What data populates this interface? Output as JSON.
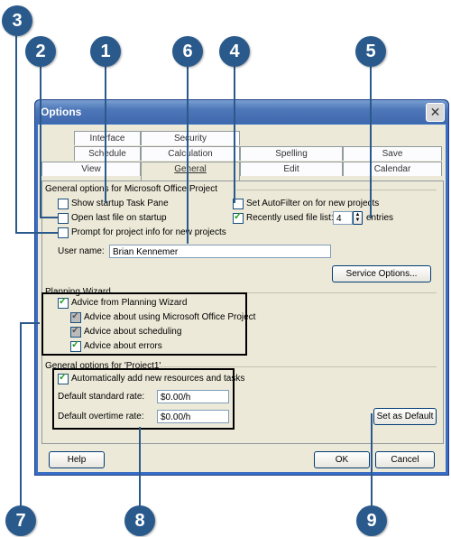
{
  "callouts": [
    "1",
    "2",
    "3",
    "4",
    "5",
    "6",
    "7",
    "8",
    "9"
  ],
  "window": {
    "title": "Options",
    "close_symbol": "✕"
  },
  "tabs": {
    "row1": [
      "Interface",
      "Security"
    ],
    "row2": [
      "Schedule",
      "Calculation",
      "Spelling",
      "Save"
    ],
    "row3": [
      "View",
      "General",
      "Edit",
      "Calendar"
    ]
  },
  "general_section": {
    "title": "General options for Microsoft Office Project",
    "show_startup": "Show startup Task Pane",
    "open_last": "Open last file on startup",
    "prompt_info": "Prompt for project info for new projects",
    "autofilter": "Set AutoFilter on for new projects",
    "recent_list": "Recently used file list:",
    "recent_count": "4",
    "entries": "entries",
    "user_name_label": "User name:",
    "user_name_value": "Brian Kennemer",
    "service_options": "Service Options..."
  },
  "planning": {
    "title": "Planning Wizard",
    "advice": "Advice from Planning Wizard",
    "using": "Advice about using Microsoft Office Project",
    "scheduling": "Advice about scheduling",
    "errors": "Advice about errors"
  },
  "project_section": {
    "title": "General options for 'Project1'",
    "auto_add": "Automatically add new resources and tasks",
    "std_rate_label": "Default standard rate:",
    "std_rate_value": "$0.00/h",
    "ot_rate_label": "Default overtime rate:",
    "ot_rate_value": "$0.00/h",
    "set_default": "Set as Default"
  },
  "footer": {
    "help": "Help",
    "ok": "OK",
    "cancel": "Cancel"
  },
  "colors": {
    "callout": "#2a5a8c",
    "titlebar": "#3f69ad",
    "dialog": "#ece9d8"
  }
}
